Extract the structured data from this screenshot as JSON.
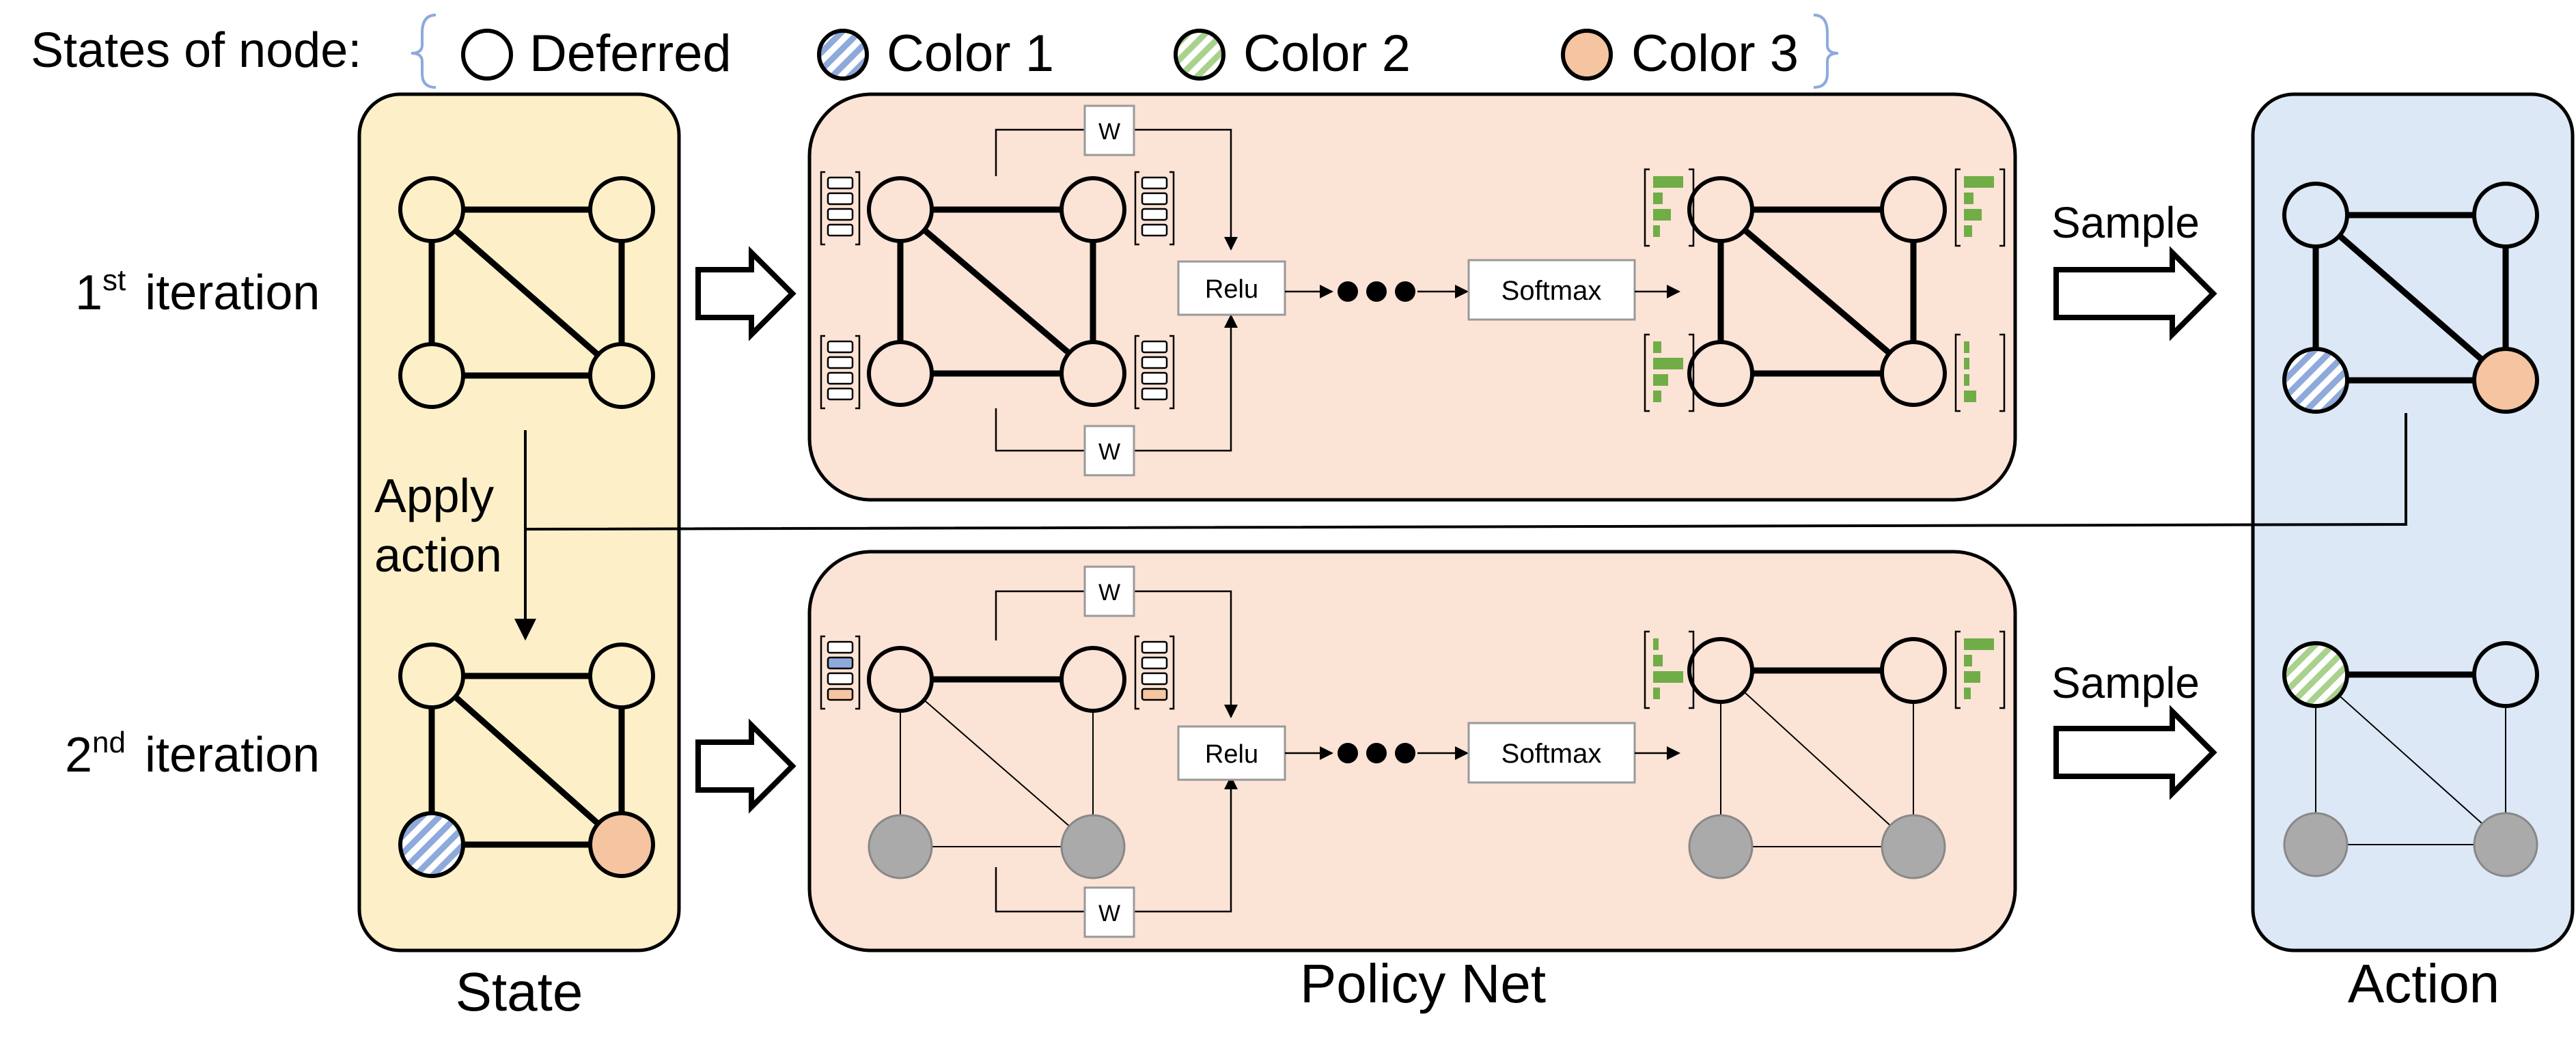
{
  "legend": {
    "heading": "States of node",
    "separator": ":",
    "items": [
      {
        "key": "deferred",
        "label": "Deferred",
        "fill": "#ffffff"
      },
      {
        "key": "color1",
        "label": "Color 1",
        "fill": "hatch-blue"
      },
      {
        "key": "color2",
        "label": "Color 2",
        "fill": "hatch-green"
      },
      {
        "key": "color3",
        "label": "Color 3",
        "fill": "#f5c4a1"
      }
    ]
  },
  "rows": {
    "first": {
      "ordinal": "1",
      "suffix": "st",
      "word": "iteration"
    },
    "second": {
      "ordinal": "2",
      "suffix": "nd",
      "word": "iteration"
    }
  },
  "apply_action": {
    "line1": "Apply",
    "line2": "action"
  },
  "policy": {
    "weight_label": "W",
    "relu_label": "Relu",
    "softmax_label": "Softmax"
  },
  "sample_label": "Sample",
  "panels": {
    "state": "State",
    "policy": "Policy Net",
    "action": "Action"
  },
  "colors": {
    "state_panel": "#fdf0c8",
    "policy_panel": "#fbe3d6",
    "action_panel": "#dce8f5",
    "node_yellow": "#fdf0c8",
    "node_blue_hatch": "#8eaadb",
    "node_green_hatch": "#a9d18e",
    "node_orange": "#f5c4a1",
    "node_gray": "#aaaaaa",
    "node_light_blue": "#dce8f5",
    "bar_green": "#70ad47",
    "feature_blue": "#8eaadb",
    "feature_orange": "#f5c4a1",
    "legend_brace": "#8eaadb"
  }
}
